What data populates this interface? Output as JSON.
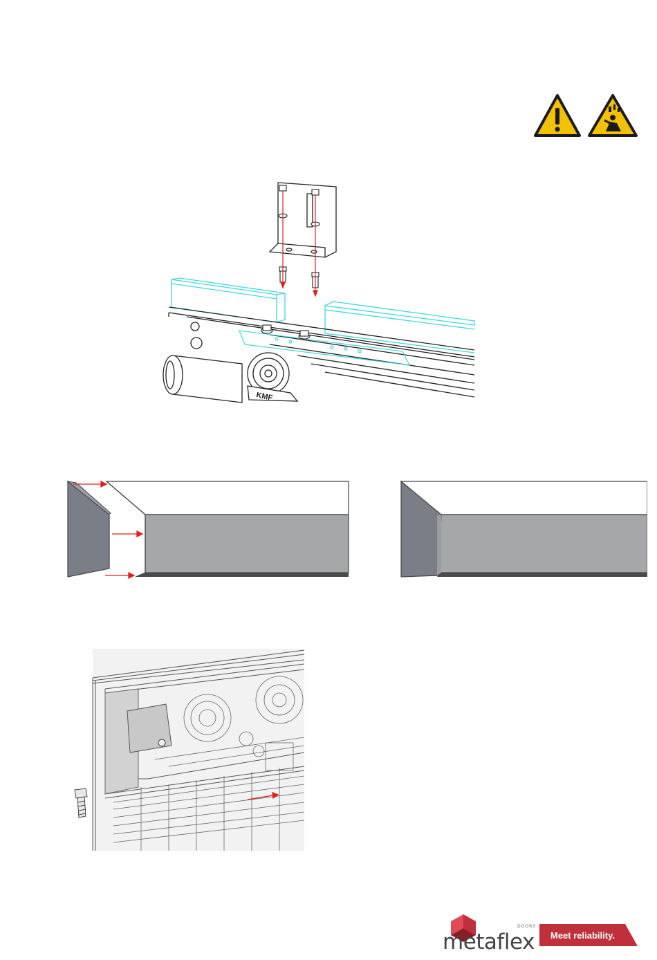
{
  "warnings": {
    "icons": [
      "general-warning-icon",
      "falling-object-warning-icon"
    ],
    "colors": {
      "fill": "#f2c200",
      "stroke": "#1a1a1a"
    }
  },
  "figure1": {
    "stamp": "KMF",
    "highlight_color": "#3fd6e0",
    "arrow_color": "#e02020"
  },
  "figure3": {
    "arrow_color": "#e02020"
  },
  "footer": {
    "brand": "metaflex",
    "brand_sub": "DOORS",
    "tagline": "Meet reliability.",
    "brand_color": "#c0303a"
  }
}
